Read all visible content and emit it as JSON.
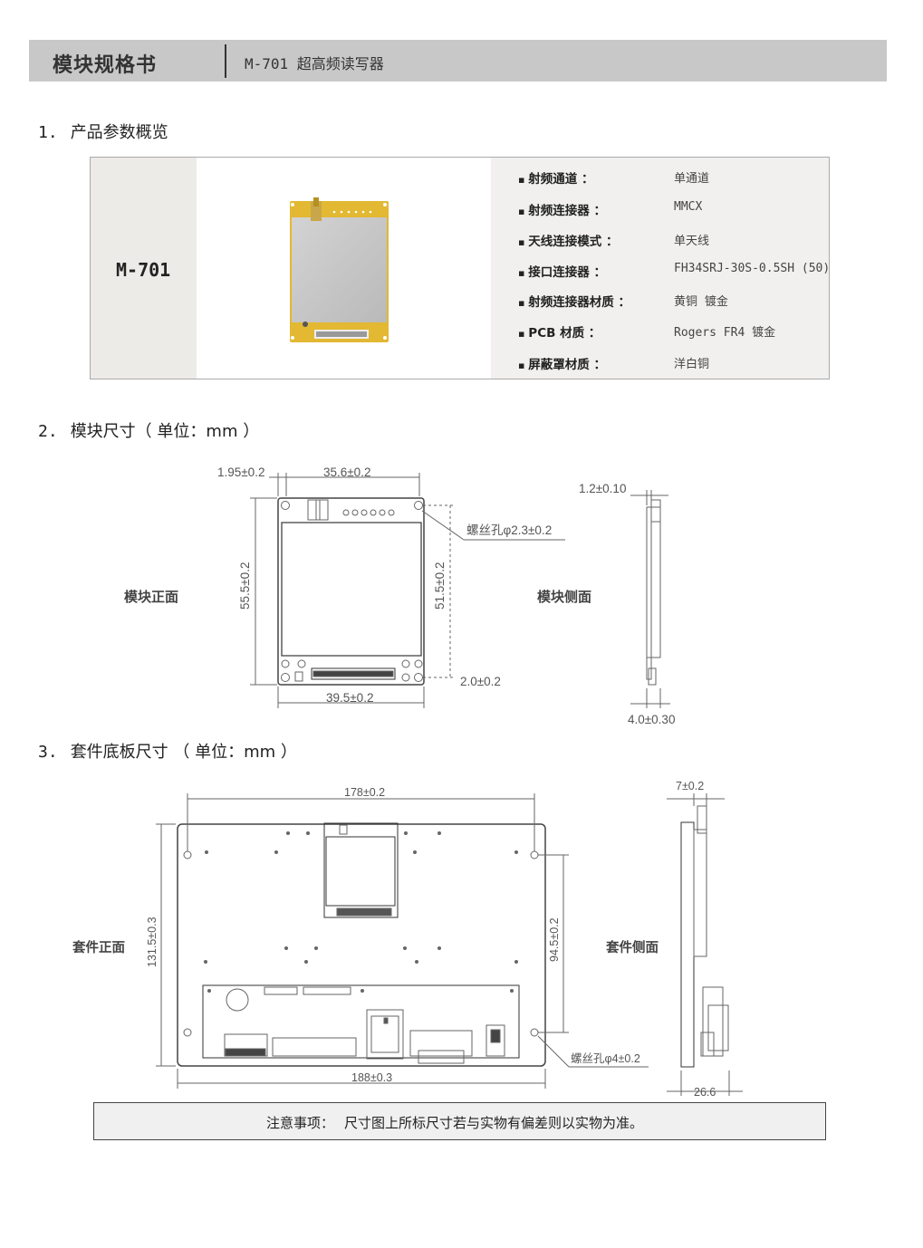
{
  "header": {
    "title": "模块规格书",
    "subtitle": "M-701 超高频读写器"
  },
  "sections": [
    {
      "num": "1.",
      "title": "产品参数概览"
    },
    {
      "num": "2.",
      "title": "模块尺寸（ 单位：mm ）"
    },
    {
      "num": "3.",
      "title": "套件底板尺寸 （ 单位：mm ）"
    }
  ],
  "product": {
    "model": "M-701"
  },
  "specs": [
    {
      "key": "射频通道 ：",
      "value": "单通道"
    },
    {
      "key": "射频连接器 ：",
      "value": "MMCX"
    },
    {
      "key": "天线连接模式 ：",
      "value": "单天线"
    },
    {
      "key": "接口连接器 ：",
      "value": "FH34SRJ-30S-0.5SH (50)"
    },
    {
      "key": "射频连接器材质 ：",
      "value": "黄铜 镀金"
    },
    {
      "key": "PCB 材质 ：",
      "value": "Rogers FR4 镀金"
    },
    {
      "key": "屏蔽罩材质 ：",
      "value": "洋白铜"
    }
  ],
  "module_drawing": {
    "front_label": "模块正面",
    "side_label": "模块侧面",
    "dims": {
      "edge_offset": "1.95±0.2",
      "hole_spacing_x": "35.6±0.2",
      "height": "55.5±0.2",
      "hole_spacing_y": "51.5±0.2",
      "width": "39.5±0.2",
      "bottom_offset": "2.0±0.2",
      "screw_hole": "螺丝孔φ2.3±0.2",
      "side_top": "1.2±0.10",
      "side_thickness": "4.0±0.30"
    }
  },
  "kit_drawing": {
    "front_label": "套件正面",
    "side_label": "套件侧面",
    "dims": {
      "hole_spacing_x": "178±0.2",
      "width": "188±0.3",
      "height": "131.5±0.3",
      "hole_spacing_y": "94.5±0.2",
      "screw_hole": "螺丝孔φ4±0.2",
      "side_top": "7±0.2",
      "side_thickness": "26.6"
    }
  },
  "note": {
    "label": "注意事项：",
    "text": "尺寸图上所标尺寸若与实物有偏差则以实物为准。"
  },
  "colors": {
    "header_bg": "#c8c8c8",
    "pcb_yellow": "#e3b832",
    "shield_gray": "#c9c9c9"
  }
}
